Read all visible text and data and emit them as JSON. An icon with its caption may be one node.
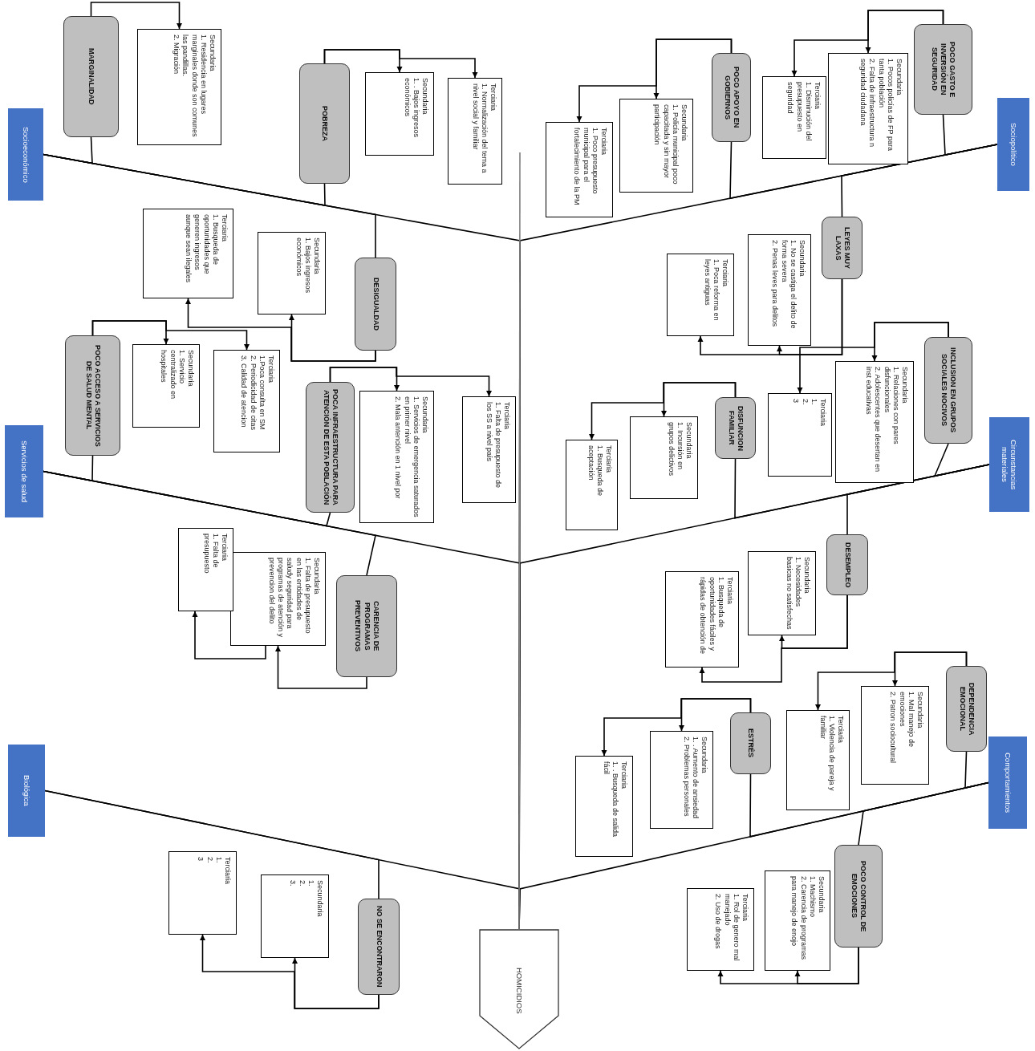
{
  "diagram": {
    "nodes": [
      {
        "text": [
          "Socioeconómico"
        ]
      },
      {
        "text": [
          "Servicios de salud"
        ]
      },
      {
        "text": [
          "Biológica"
        ]
      },
      {
        "text": [
          "Sociopolítico"
        ]
      },
      {
        "text": [
          "Circunstancias materiales"
        ]
      },
      {
        "text": [
          "Comportamientos"
        ]
      },
      {
        "text": [
          "HOMICIDIOS"
        ]
      },
      {
        "text": [
          "MARGINALIDAD"
        ]
      },
      {
        "text": [
          "Secundaria",
          "1. Residencia en lugares marginales donde son comunes las pandillas.",
          "2. Migración"
        ]
      },
      {
        "text": [
          "POBREZA"
        ]
      },
      {
        "text": [
          "Secundaria",
          "1. . Bajos ingresos económicos"
        ]
      },
      {
        "text": [
          "Terciaria",
          "1. Normalización del tema a nivel social y familiar"
        ]
      },
      {
        "text": [
          "DESIGUALDAD"
        ]
      },
      {
        "text": [
          "Secundaria",
          "1. Bajos ingresos económicos"
        ]
      },
      {
        "text": [
          "Terciaria",
          "1. Busqueda de oportunidades que generen ingresos aunque sean ilegales"
        ]
      },
      {
        "text": [
          "POCO ACCESO A SERVICIOS DE SALUD MENTAL"
        ]
      },
      {
        "text": [
          "Secundaria",
          "1. Servicio centralizado en hospitales"
        ]
      },
      {
        "text": [
          "Terciaria",
          "1.Poca consulta en SM",
          "2. Periodicidad de citas",
          "3. Calidad de atencion"
        ]
      },
      {
        "text": [
          "POCA INFRAESTRUCTURA PARA ATENCIÓN DE ESTA POBLACIÓN"
        ]
      },
      {
        "text": [
          "Secundaria",
          "1. Servicios de emergencia saturados en primer nivel",
          "2. Mala antención en 1 nivel por"
        ]
      },
      {
        "text": [
          "Terciaria",
          "1. Falta de presupuesto de los SS a nivel país"
        ]
      },
      {
        "text": [
          "CARENCIA DE PROGRAMAS PREVENTIVOS"
        ]
      },
      {
        "text": [
          "Secundaria",
          "1. Falta de presupuesto en las entidades de saludy seguridad para programas de atención y prevencion del delito"
        ]
      },
      {
        "text": [
          "Terciaria",
          "1. Falta de presupuesto"
        ]
      },
      {
        "text": [
          "NO SE ENCONTRARON"
        ]
      },
      {
        "text": [
          "Secundaria",
          "1.",
          "2.",
          "3."
        ]
      },
      {
        "text": [
          "Terciaria",
          "1.",
          "2.",
          "3"
        ]
      },
      {
        "text": [
          "POCO GASTO E INVERSIÓN EN SEGURIDAD"
        ]
      },
      {
        "text": [
          "Secundaria",
          "1. Pocos policías de FP para tanta población",
          "2. Falta de infraestructura n seguridad ciudadana"
        ]
      },
      {
        "text": [
          "Terciaria",
          "1. Disminución del presupuesto en seguridad"
        ]
      },
      {
        "text": [
          "POCO APOYO EN GOBIERNOS"
        ]
      },
      {
        "text": [
          "Secundaria",
          "1. Policía municipal poco capacitada y sin mayor participación"
        ]
      },
      {
        "text": [
          "Terciaria",
          "1. Poco presupuesto municipal para el fortalecimiento de la PM"
        ]
      },
      {
        "text": [
          "LEYES MUY LAXAS"
        ]
      },
      {
        "text": [
          "Secundaria",
          "1. No se castiga el delito de forma severa",
          "2. Penas leves para delitos"
        ]
      },
      {
        "text": [
          "Terciaria",
          "1. Poca reforma en leyes antiguas"
        ]
      },
      {
        "text": [
          "INCLUSION EN GRUPOS SOCIALES NOCIVOS"
        ]
      },
      {
        "text": [
          "Secundaria",
          "1. Relaciones con pares disfuncionales",
          "2. Adolescentes que desertan en inst educativas"
        ]
      },
      {
        "text": [
          "Terciaria",
          "1.",
          "2.",
          "3"
        ]
      },
      {
        "text": [
          "DISFUNCION FAMILIAR"
        ]
      },
      {
        "text": [
          "Secundaria",
          "1. Incursión en grupos delictivos"
        ]
      },
      {
        "text": [
          "Terciaria",
          "1. Busqueda de aceptación"
        ]
      },
      {
        "text": [
          "DESEMPLEO"
        ]
      },
      {
        "text": [
          "Secundaria",
          "1. Necesidades basicas no satisfechas"
        ]
      },
      {
        "text": [
          "Terciaria",
          "1. Busqueda de oportunidades fáciles y rápidas de obtención de"
        ]
      },
      {
        "text": [
          "DEPENDENCIA EMOCIONAL"
        ]
      },
      {
        "text": [
          "Secundaria",
          "1. Mal manejo de emociones",
          "2. Patron sociocultural"
        ]
      },
      {
        "text": [
          "Terciaria",
          "1. Violencia de pareja y familiar"
        ]
      },
      {
        "text": [
          "ESTRÉS"
        ]
      },
      {
        "text": [
          "Secundaria",
          "1. . Aumento de ansiedad",
          "2. Problemas personales"
        ]
      },
      {
        "text": [
          "Terciaria",
          "1. . Busqueda de salida fácil"
        ]
      },
      {
        "text": [
          "POCO CONTROL DE EMOCIONES"
        ]
      },
      {
        "text": [
          "Secundaria",
          "1. Machismo",
          "2. Carencia de programas para manejo de enojo"
        ]
      },
      {
        "text": [
          "Terciaria",
          "1. Rol de genero mal manejado",
          "2. Uso de drogas"
        ]
      }
    ],
    "edges": [
      {
        "from": 0,
        "to": 6,
        "arrow": "none"
      },
      {
        "from": 1,
        "to": 6,
        "arrow": "none"
      },
      {
        "from": 2,
        "to": 6,
        "arrow": "none"
      },
      {
        "from": 3,
        "to": 6,
        "arrow": "none"
      },
      {
        "from": 4,
        "to": 6,
        "arrow": "none"
      },
      {
        "from": 5,
        "to": 6,
        "arrow": "none"
      },
      {
        "from": 7,
        "to": 0,
        "arrow": "none"
      },
      {
        "from": 9,
        "to": 0,
        "arrow": "none"
      },
      {
        "from": 12,
        "to": 0,
        "arrow": "none"
      },
      {
        "from": 15,
        "to": 1,
        "arrow": "none"
      },
      {
        "from": 18,
        "to": 1,
        "arrow": "none"
      },
      {
        "from": 21,
        "to": 1,
        "arrow": "none"
      },
      {
        "from": 24,
        "to": 2,
        "arrow": "none"
      },
      {
        "from": 27,
        "to": 3,
        "arrow": "none"
      },
      {
        "from": 30,
        "to": 3,
        "arrow": "none"
      },
      {
        "from": 33,
        "to": 3,
        "arrow": "none"
      },
      {
        "from": 36,
        "to": 4,
        "arrow": "none"
      },
      {
        "from": 39,
        "to": 4,
        "arrow": "none"
      },
      {
        "from": 42,
        "to": 4,
        "arrow": "none"
      },
      {
        "from": 45,
        "to": 5,
        "arrow": "none"
      },
      {
        "from": 48,
        "to": 5,
        "arrow": "none"
      },
      {
        "from": 51,
        "to": 5,
        "arrow": "none"
      },
      {
        "from": 7,
        "to": 8,
        "arrow": "to"
      },
      {
        "from": 9,
        "to": 10,
        "arrow": "to"
      },
      {
        "from": 9,
        "to": 11,
        "arrow": "to"
      },
      {
        "from": 12,
        "to": 13,
        "arrow": "to"
      },
      {
        "from": 12,
        "to": 14,
        "arrow": "to"
      },
      {
        "from": 15,
        "to": 16,
        "arrow": "to"
      },
      {
        "from": 15,
        "to": 17,
        "arrow": "to"
      },
      {
        "from": 18,
        "to": 19,
        "arrow": "to"
      },
      {
        "from": 18,
        "to": 20,
        "arrow": "to"
      },
      {
        "from": 21,
        "to": 22,
        "arrow": "to"
      },
      {
        "from": 22,
        "to": 23,
        "arrow": "to"
      },
      {
        "from": 24,
        "to": 25,
        "arrow": "to"
      },
      {
        "from": 24,
        "to": 26,
        "arrow": "to"
      },
      {
        "from": 27,
        "to": 28,
        "arrow": "to"
      },
      {
        "from": 27,
        "to": 29,
        "arrow": "to"
      },
      {
        "from": 30,
        "to": 31,
        "arrow": "to"
      },
      {
        "from": 30,
        "to": 32,
        "arrow": "to"
      },
      {
        "from": 33,
        "to": 34,
        "arrow": "to"
      },
      {
        "from": 33,
        "to": 35,
        "arrow": "to"
      },
      {
        "from": 36,
        "to": 37,
        "arrow": "to"
      },
      {
        "from": 36,
        "to": 38,
        "arrow": "to"
      },
      {
        "from": 39,
        "to": 40,
        "arrow": "to"
      },
      {
        "from": 39,
        "to": 41,
        "arrow": "to"
      },
      {
        "from": 42,
        "to": 43,
        "arrow": "to"
      },
      {
        "from": 42,
        "to": 44,
        "arrow": "to"
      },
      {
        "from": 45,
        "to": 46,
        "arrow": "to"
      },
      {
        "from": 45,
        "to": 47,
        "arrow": "to"
      },
      {
        "from": 48,
        "to": 49,
        "arrow": "to"
      },
      {
        "from": 48,
        "to": 50,
        "arrow": "to"
      },
      {
        "from": 51,
        "to": 52,
        "arrow": "to"
      },
      {
        "from": 51,
        "to": 53,
        "arrow": "to"
      },
      {
        "from": null,
        "to": 6,
        "arrow": "none",
        "color": "#808080"
      }
    ]
  }
}
